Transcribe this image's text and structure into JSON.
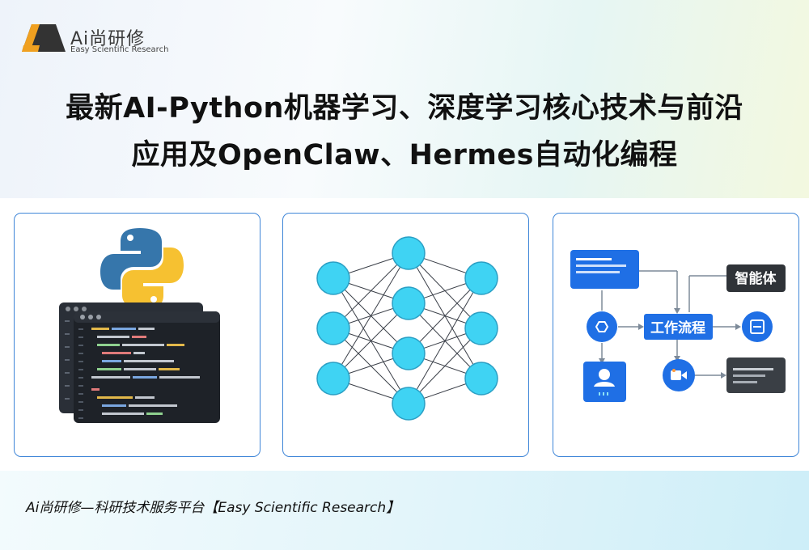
{
  "logo": {
    "name": "Ai尚研修",
    "tagline": "Easy Scientific Research"
  },
  "title": {
    "line1": "最新AI-Python机器学习、深度学习核心技术与前沿",
    "line2": "应用及OpenClaw、Hermes自动化编程"
  },
  "cards": [
    {
      "icon": "python-logo-icon"
    },
    {
      "icon": "neural-network-diagram",
      "layers": [
        3,
        4,
        3
      ]
    },
    {
      "flow": {
        "agent_label": "智能体",
        "workflow_label": "工作流程"
      }
    }
  ],
  "footer": "Ai尚研修—科研技术服务平台【Easy Scientific Research】",
  "colors": {
    "accent_blue": "#1f6fe5",
    "node_cyan": "#3fd3f3",
    "card_border": "#3f86d8",
    "logo_orange": "#f0a020"
  }
}
